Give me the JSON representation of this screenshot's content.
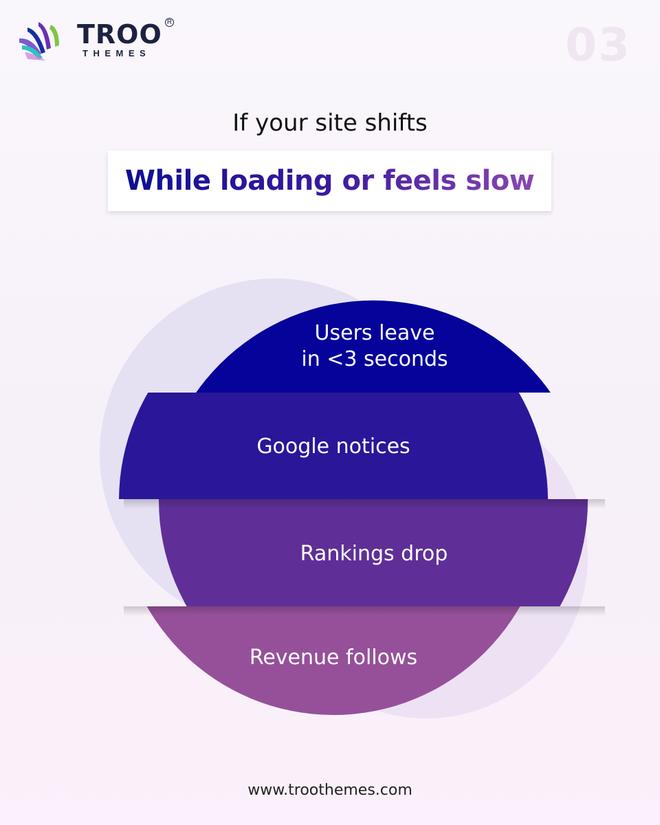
{
  "brand": {
    "name": "TROO",
    "registered": "R",
    "sub": "THEMES",
    "logo": "troo-themes-logo"
  },
  "page_number": "03",
  "title": "If your site shifts",
  "subtitle": "While loading or feels slow",
  "bands": [
    {
      "line1": "Users leave",
      "line2": "in <3 seconds",
      "color": "#05039a"
    },
    {
      "label": "Google notices",
      "color": "#2a1699"
    },
    {
      "label": "Rankings drop",
      "color": "#5f2f97"
    },
    {
      "label": "Revenue follows",
      "color": "#96509a"
    }
  ],
  "footer": "www.troothemes.com"
}
